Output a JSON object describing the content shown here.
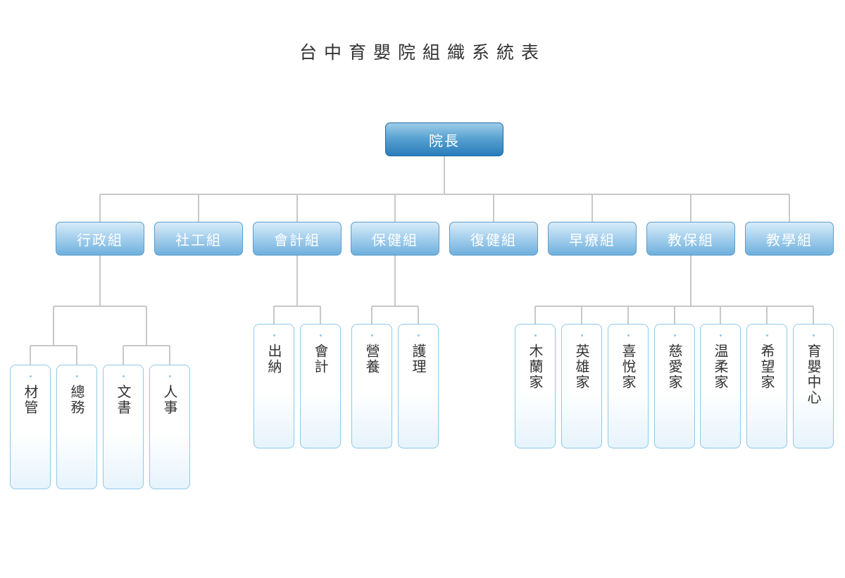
{
  "title": "台中育嬰院組織系統表",
  "root": "院長",
  "departments": [
    "行政組",
    "社工組",
    "會計組",
    "保健組",
    "復健組",
    "早療組",
    "教保組",
    "教學組"
  ],
  "units": {
    "admin": [
      "材管",
      "總務",
      "文書",
      "人事"
    ],
    "accounting": [
      "出納",
      "會計"
    ],
    "health": [
      "營養",
      "護理"
    ],
    "childcare": [
      "木蘭家",
      "英雄家",
      "喜悅家",
      "慈愛家",
      "温柔家",
      "希望家",
      "育嬰中心"
    ]
  },
  "colors": {
    "connector": "#c8c8c8",
    "root_fill": "#2a7cbc",
    "dept_fill": "#a8d1ee",
    "unit_border": "#8ec9ea",
    "text_dark": "#333333"
  }
}
